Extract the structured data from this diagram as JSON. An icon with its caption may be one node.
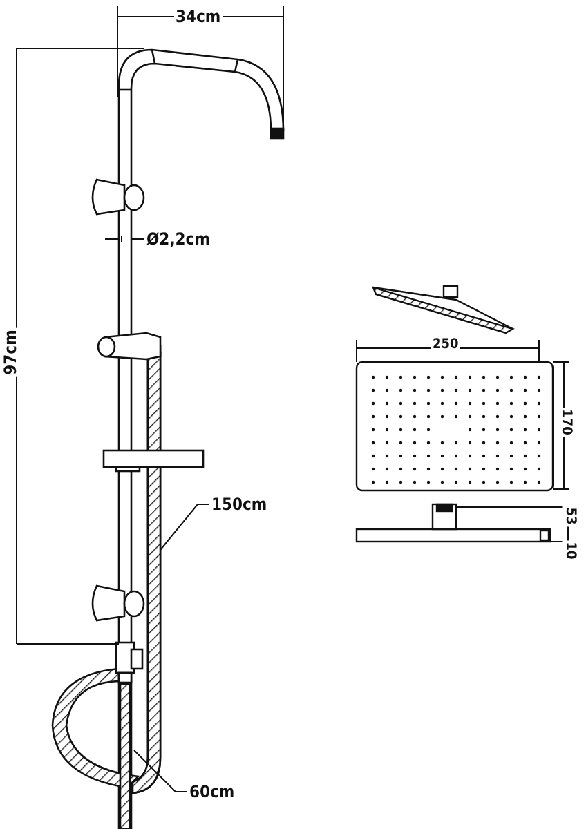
{
  "diagram": {
    "nodes": [
      {
        "text": [
          "150cm"
        ]
      },
      {
        "text": [
          "60cm"
        ]
      }
    ],
    "edges": [
      {
        "from": 0,
        "to": null,
        "arrow": "none"
      },
      {
        "from": 1,
        "to": null,
        "arrow": "none"
      }
    ],
    "labels": [
      "34cm",
      "Ø2,2cm",
      "97cm",
      "250",
      "170",
      "53",
      "10"
    ]
  }
}
